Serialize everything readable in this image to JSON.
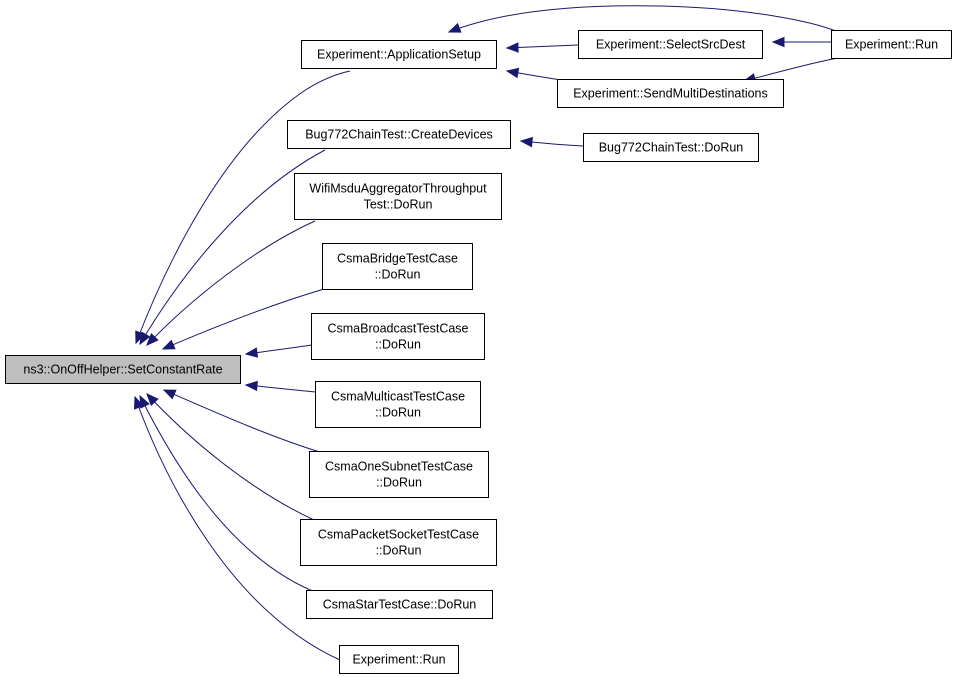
{
  "graph": {
    "root": "setconstantrate",
    "nodes": [
      {
        "id": "setconstantrate",
        "lines": [
          "ns3::OnOffHelper::SetConstantRate"
        ],
        "root": true
      },
      {
        "id": "appsetup",
        "lines": [
          "Experiment::ApplicationSetup"
        ]
      },
      {
        "id": "createdevices",
        "lines": [
          "Bug772ChainTest::CreateDevices"
        ]
      },
      {
        "id": "wifimsdu",
        "lines": [
          "WifiMsduAggregatorThroughput",
          "Test::DoRun"
        ]
      },
      {
        "id": "csmabridge",
        "lines": [
          "CsmaBridgeTestCase",
          "::DoRun"
        ]
      },
      {
        "id": "csmabroadcast",
        "lines": [
          "CsmaBroadcastTestCase",
          "::DoRun"
        ]
      },
      {
        "id": "csmamulticast",
        "lines": [
          "CsmaMulticastTestCase",
          "::DoRun"
        ]
      },
      {
        "id": "csmaonesubnet",
        "lines": [
          "CsmaOneSubnetTestCase",
          "::DoRun"
        ]
      },
      {
        "id": "csmapacketsocket",
        "lines": [
          "CsmaPacketSocketTestCase",
          "::DoRun"
        ]
      },
      {
        "id": "csmastar",
        "lines": [
          "CsmaStarTestCase::DoRun"
        ]
      },
      {
        "id": "experimentrun1",
        "lines": [
          "Experiment::Run"
        ]
      },
      {
        "id": "selectsrcdest",
        "lines": [
          "Experiment::SelectSrcDest"
        ]
      },
      {
        "id": "sendmulti",
        "lines": [
          "Experiment::SendMultiDestinations"
        ]
      },
      {
        "id": "experimentrun2",
        "lines": [
          "Experiment::Run"
        ]
      },
      {
        "id": "bug772dorun",
        "lines": [
          "Bug772ChainTest::DoRun"
        ]
      }
    ],
    "edges": [
      {
        "from": "appsetup",
        "to": "setconstantrate"
      },
      {
        "from": "createdevices",
        "to": "setconstantrate"
      },
      {
        "from": "wifimsdu",
        "to": "setconstantrate"
      },
      {
        "from": "csmabridge",
        "to": "setconstantrate"
      },
      {
        "from": "csmabroadcast",
        "to": "setconstantrate"
      },
      {
        "from": "csmamulticast",
        "to": "setconstantrate"
      },
      {
        "from": "csmaonesubnet",
        "to": "setconstantrate"
      },
      {
        "from": "csmapacketsocket",
        "to": "setconstantrate"
      },
      {
        "from": "csmastar",
        "to": "setconstantrate"
      },
      {
        "from": "experimentrun1",
        "to": "setconstantrate"
      },
      {
        "from": "selectsrcdest",
        "to": "appsetup"
      },
      {
        "from": "sendmulti",
        "to": "appsetup"
      },
      {
        "from": "experimentrun2",
        "to": "appsetup"
      },
      {
        "from": "experimentrun2",
        "to": "selectsrcdest"
      },
      {
        "from": "experimentrun2",
        "to": "sendmulti"
      },
      {
        "from": "bug772dorun",
        "to": "createdevices"
      }
    ]
  },
  "colors": {
    "edge": "#191970",
    "root_fill": "#bfbfbf",
    "node_fill": "#ffffff",
    "node_stroke": "#000000"
  }
}
